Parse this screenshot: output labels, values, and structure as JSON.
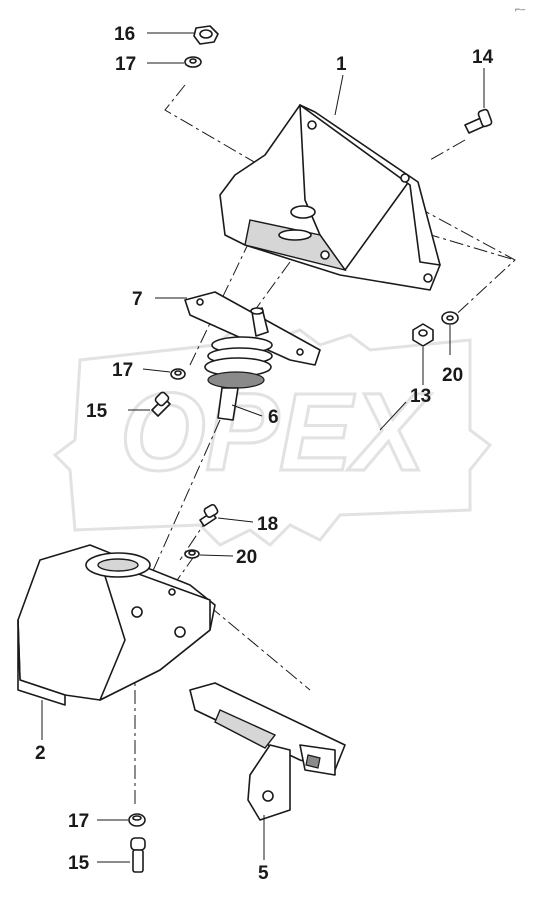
{
  "diagram": {
    "watermark": "OPEX",
    "corner_mark": "⌐‒",
    "callouts": {
      "c1": "1",
      "c2": "2",
      "c5": "5",
      "c6": "6",
      "c7": "7",
      "c13": "13",
      "c14": "14",
      "c15a": "15",
      "c15b": "15",
      "c16": "16",
      "c17a": "17",
      "c17b": "17",
      "c17c": "17",
      "c18": "18",
      "c20a": "20",
      "c20b": "20"
    }
  }
}
